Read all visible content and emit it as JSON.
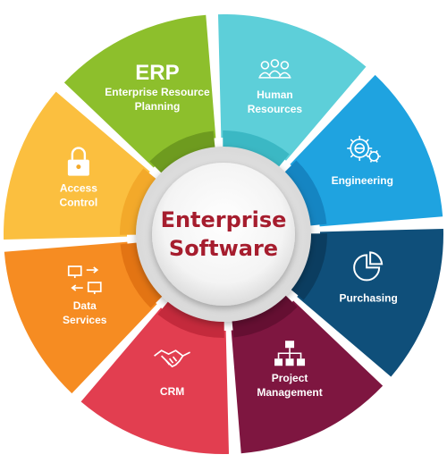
{
  "center": {
    "line1": "Enterprise",
    "line2": "Software",
    "text_color": "#a61d2e"
  },
  "segments": [
    {
      "key": "erp",
      "title": "ERP",
      "lines": [
        "Enterprise Resource",
        "Planning"
      ],
      "icon": "",
      "color": "#8dbf2c",
      "inner_color": "#6e9b1f"
    },
    {
      "key": "hr",
      "title": "",
      "lines": [
        "Human",
        "Resources"
      ],
      "icon": "people-group-icon",
      "color": "#5dcfd9",
      "inner_color": "#3bb8c4"
    },
    {
      "key": "eng",
      "title": "",
      "lines": [
        "Engineering"
      ],
      "icon": "gears-globe-icon",
      "color": "#1fa3e0",
      "inner_color": "#1585c2"
    },
    {
      "key": "purch",
      "title": "",
      "lines": [
        "Purchasing"
      ],
      "icon": "pie-chart-icon",
      "color": "#0f4f7a",
      "inner_color": "#0b3d60"
    },
    {
      "key": "pm",
      "title": "",
      "lines": [
        "Project",
        "Management"
      ],
      "icon": "org-chart-icon",
      "color": "#7e1640",
      "inner_color": "#650f32"
    },
    {
      "key": "crm",
      "title": "",
      "lines": [
        "CRM"
      ],
      "icon": "handshake-icon",
      "color": "#e23e50",
      "inner_color": "#c42a3c"
    },
    {
      "key": "data",
      "title": "",
      "lines": [
        "Data",
        "Services"
      ],
      "icon": "data-transfer-icon",
      "color": "#f68c22",
      "inner_color": "#e37413"
    },
    {
      "key": "access",
      "title": "",
      "lines": [
        "Access",
        "Control"
      ],
      "icon": "lock-icon",
      "color": "#fbbf3f",
      "inner_color": "#f3a92a"
    }
  ]
}
